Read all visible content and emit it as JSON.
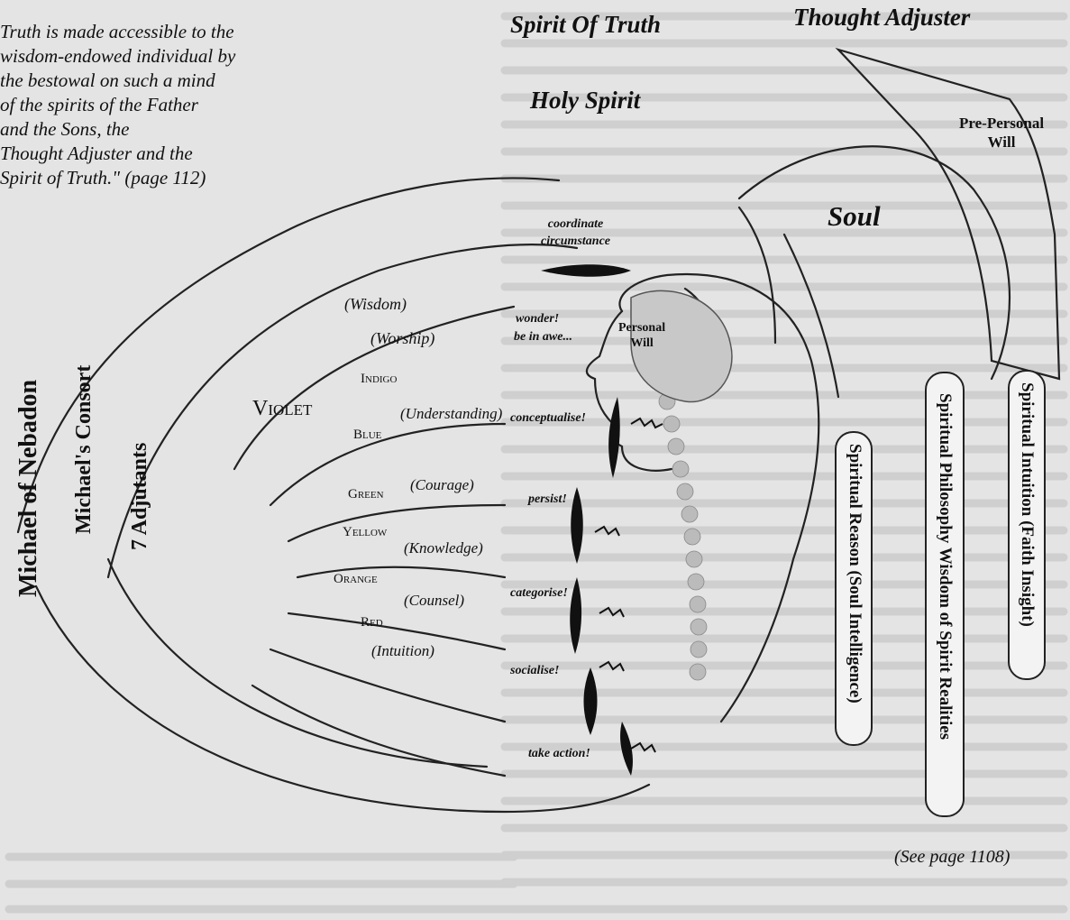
{
  "quote": {
    "lines": [
      "Truth is made accessible to the",
      "wisdom-endowed individual by",
      "the bestowal on such a mind",
      "of the spirits of the Father",
      "and the Sons, the",
      "Thought Adjuster and the",
      "Spirit of Truth.\"  (page 112)"
    ]
  },
  "headings": {
    "spirit_of_truth": "Spirit Of Truth",
    "thought_adjuster": "Thought Adjuster",
    "holy_spirit": "Holy Spirit",
    "pre_personal_will": [
      "Pre-Personal",
      "Will"
    ],
    "soul": "Soul",
    "personal_will": [
      "Personal",
      "Will"
    ]
  },
  "left_vertical": {
    "michael": "Michael of Nebadon",
    "consort": "Michael's Consort",
    "adjutants": "7 Adjutants"
  },
  "colors": {
    "violet": "Violet",
    "indigo": "Indigo",
    "blue": "Blue",
    "green": "Green",
    "yellow": "Yellow",
    "orange": "Orange",
    "red": "Red"
  },
  "adjutant_spirits": [
    "(Wisdom)",
    "(Worship)",
    "(Understanding)",
    "(Courage)",
    "(Knowledge)",
    "(Counsel)",
    "(Intuition)"
  ],
  "actions": {
    "coordinate": [
      "coordinate",
      "circumstance"
    ],
    "wonder": [
      "wonder!",
      "be in awe..."
    ],
    "conceptualise": "conceptualise!",
    "persist": "persist!",
    "categorise": "categorise!",
    "socialise": "socialise!",
    "take_action": "take action!"
  },
  "pills": {
    "reason": "Spiritual Reason (Soul Intelligence)",
    "philosophy": "Spiritual Philosophy Wisdom of Spirit Realities",
    "intuition": "Spiritual Intuition (Faith Insight)"
  },
  "reference": "(See page  1108)"
}
